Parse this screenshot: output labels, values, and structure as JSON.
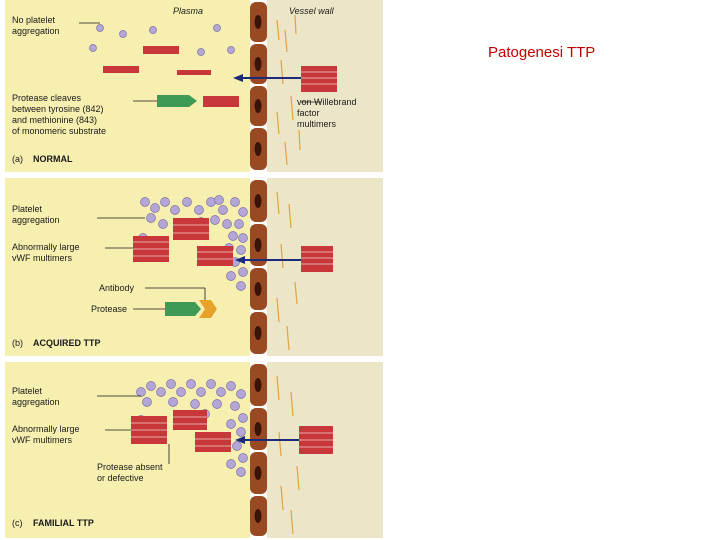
{
  "slide": {
    "title": "Patogenesi TTP"
  },
  "figure": {
    "panels": [
      {
        "id": "a",
        "header_labels": {
          "plasma": "Plasma",
          "vessel_wall": "Vessel wall"
        },
        "labels": {
          "no_platelet_1": "No platelet",
          "no_platelet_2": "aggregation",
          "protease_1": "Protease cleaves",
          "protease_2": "between tyrosine (842)",
          "protease_3": "and methionine (843)",
          "protease_4": "of monomeric substrate",
          "vwf_1": "von Willebrand",
          "vwf_2": "factor",
          "vwf_3": "multimers"
        },
        "caption_letter": "(a)",
        "caption": "NORMAL"
      },
      {
        "id": "b",
        "labels": {
          "platelet_1": "Platelet",
          "platelet_2": "aggregation",
          "large_1": "Abnormally large",
          "large_2": "vWF multimers",
          "antibody": "Antibody",
          "protease": "Protease"
        },
        "caption_letter": "(b)",
        "caption": "ACQUIRED TTP"
      },
      {
        "id": "c",
        "labels": {
          "platelet_1": "Platelet",
          "platelet_2": "aggregation",
          "large_1": "Abnormally large",
          "large_2": "vWF multimers",
          "absent_1": "Protease absent",
          "absent_2": "or defective"
        },
        "caption_letter": "(c)",
        "caption": "FAMILIAL TTP"
      }
    ]
  },
  "colors": {
    "plasma_bg": "#f6efb0",
    "wall_bg": "#ece6c8",
    "multimer": "#c8373a",
    "platelet": "#b5a6d8",
    "protease": "#3e9a54",
    "antibody": "#e7a229",
    "arrow": "#1c2a7a",
    "endothelium": "#9a4a22",
    "nucleus": "#3a1408"
  }
}
